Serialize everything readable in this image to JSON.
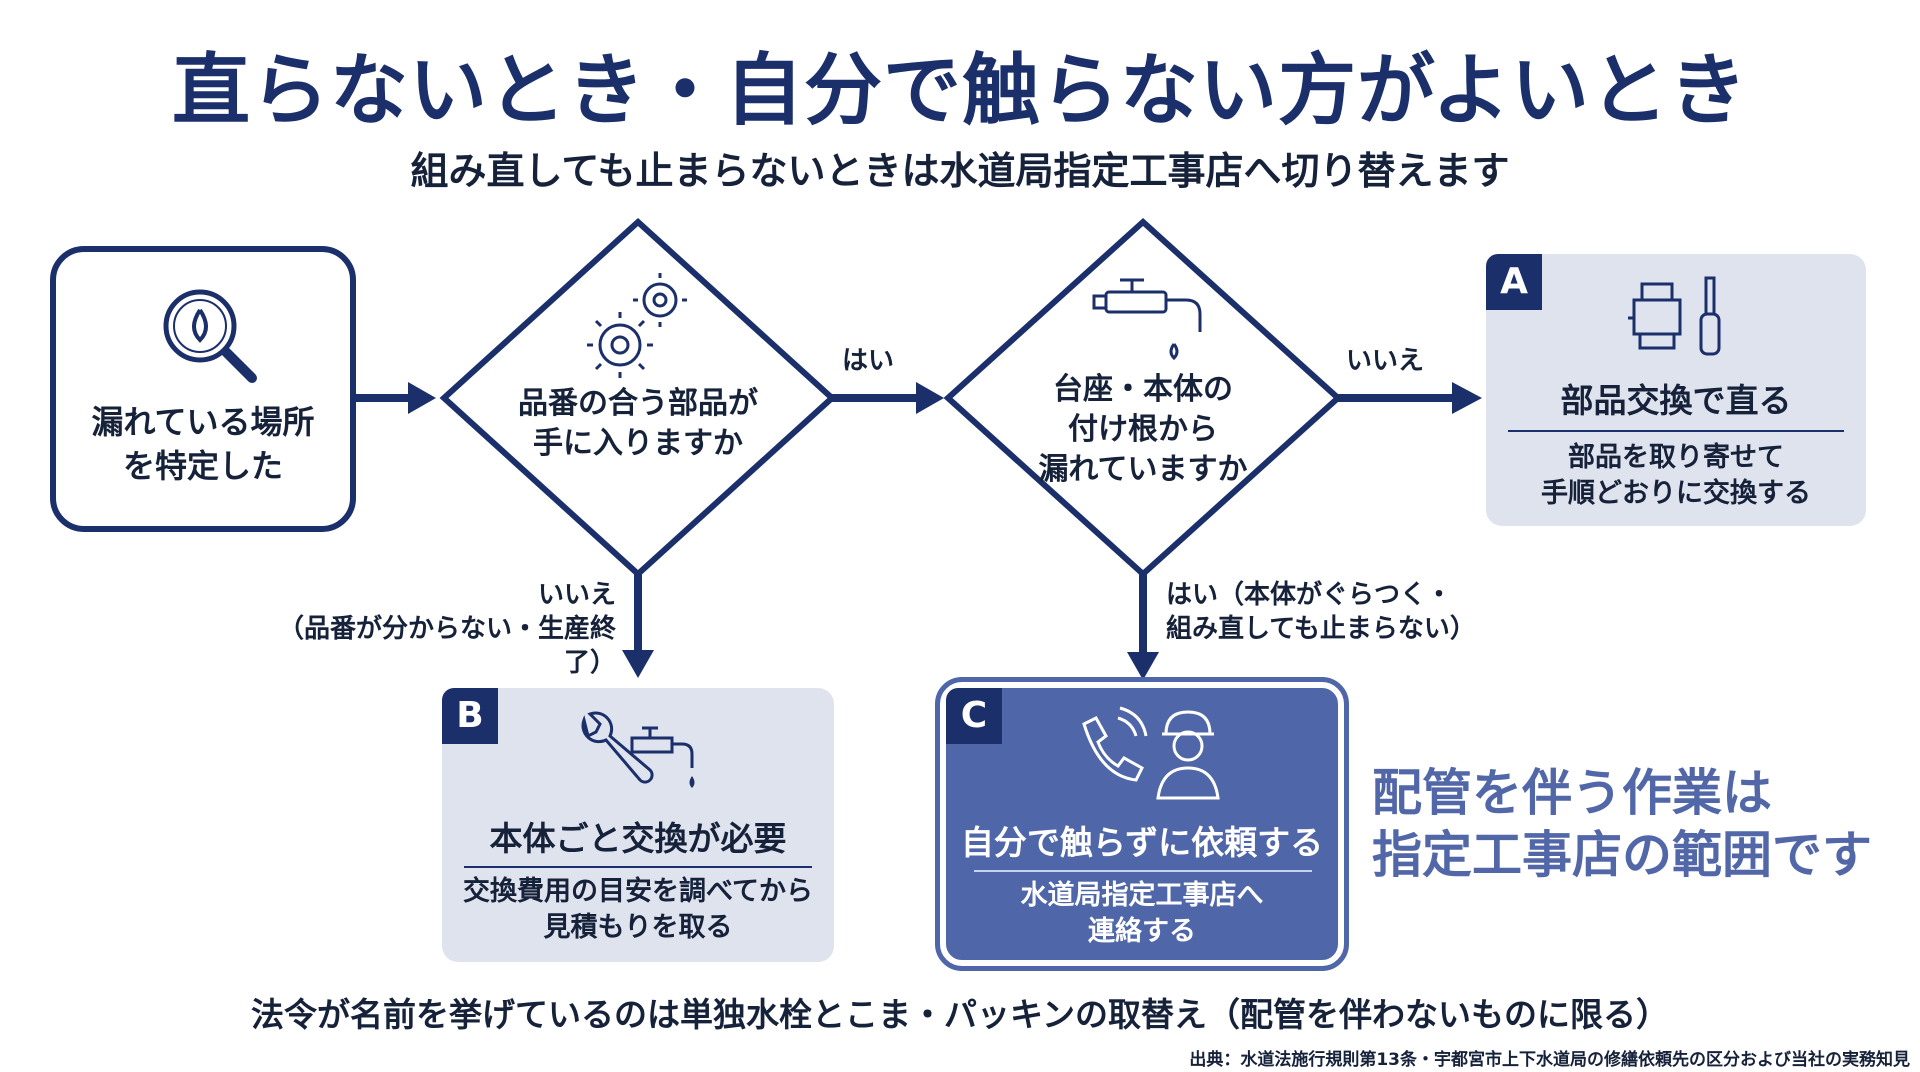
{
  "title": "直らないとき・自分で触らない方がよいとき",
  "subtitle": "組み直しても止まらないときは水道局指定工事店へ切り替えます",
  "start": {
    "text": "漏れている場所\nを特定した",
    "icon": "magnifier-drop-icon"
  },
  "decision1": {
    "text": "品番の合う部品が\n手に入りますか",
    "icon": "gears-icon"
  },
  "decision2": {
    "text": "台座・本体の\n付け根から\n漏れていますか",
    "icon": "faucet-icon"
  },
  "edges": {
    "d1_yes": "はい",
    "d1_no": "いいえ\n（品番が分からない・生産終了）",
    "d2_no": "いいえ",
    "d2_yes": "はい（本体がぐらつく・\n組み直しても止まらない）"
  },
  "outcomes": {
    "a": {
      "badge": "A",
      "title": "部品交換で直る",
      "desc": "部品を取り寄せて\n手順どおりに交換する",
      "icon": "parts-screwdriver-icon"
    },
    "b": {
      "badge": "B",
      "title": "本体ごと交換が必要",
      "desc": "交換費用の目安を調べてから\n見積もりを取る",
      "icon": "wrench-faucet-icon"
    },
    "c": {
      "badge": "C",
      "title": "自分で触らずに依頼する",
      "desc": "水道局指定工事店へ\n連絡する",
      "icon": "phone-worker-icon"
    }
  },
  "side_note": "配管を伴う作業は\n指定工事店の範囲です",
  "footer": "法令が名前を挙げているのは単独水栓とこま・パッキンの取替え（配管を伴わないものに限る）",
  "source": "出典：水道法施行規則第13条・宇都宮市上下水道局の修繕依頼先の区分および当社の実務知見",
  "colors": {
    "navy": "#1b2f6b",
    "card_light": "#dfe3ee",
    "card_dark": "#4f66a8",
    "accent_text": "#5267a8"
  }
}
